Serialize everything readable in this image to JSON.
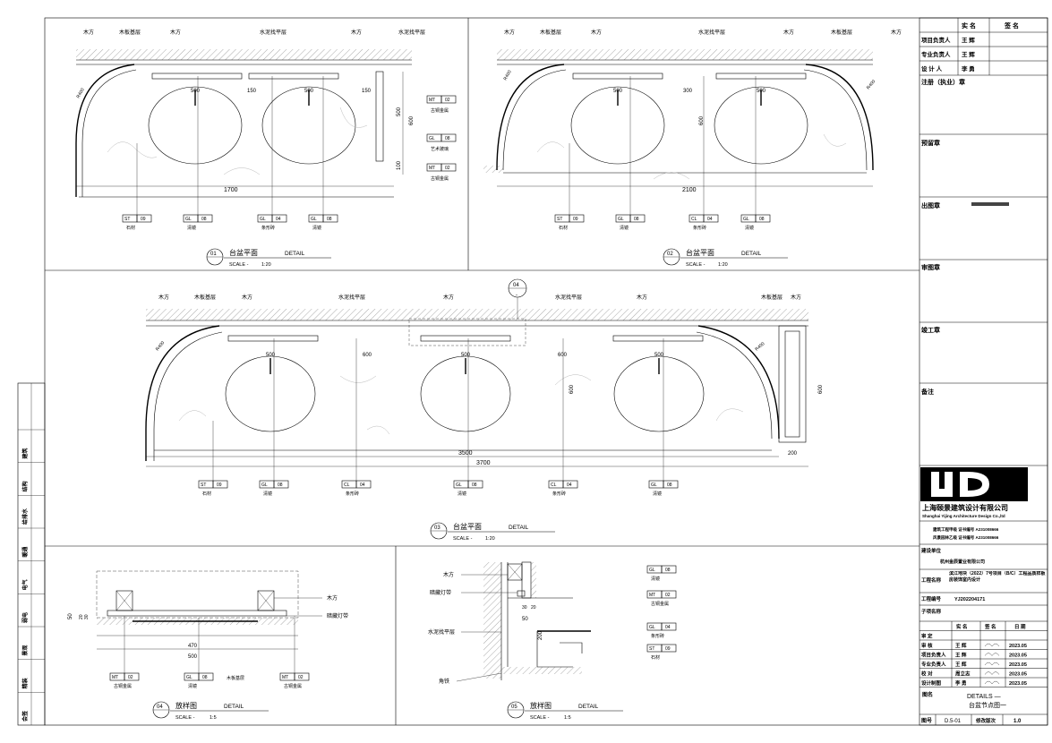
{
  "labels": {
    "wood": "木方",
    "board_base": "木板基层",
    "leveling": "水泥找平层",
    "stone": "石材",
    "mirror": "清镜",
    "strip_light": "条形砖",
    "brass": "古铜金属",
    "art_glass": "艺术玻璃",
    "hidden_light": "暗藏灯带",
    "angle_steel": "角铁"
  },
  "codes": {
    "st": [
      "ST",
      "09"
    ],
    "gl": [
      "GL",
      "08"
    ],
    "gl04": [
      "GL",
      "04"
    ],
    "cl": [
      "CL",
      "04"
    ],
    "mt": [
      "MT",
      "02"
    ]
  },
  "dims": {
    "d01_total": "1700",
    "d02_total": "2100",
    "d03_total": "3500",
    "d03_outer": "3700",
    "d03_side": "200",
    "d500": "500",
    "d600": "600",
    "d150": "150",
    "d300": "300",
    "d100": "100",
    "d470": "470",
    "d50": "50",
    "d30": "30",
    "d20": "20",
    "d200": "200",
    "r": "R400"
  },
  "details": [
    {
      "num": "01",
      "title": "台盆平面",
      "en": "DETAIL",
      "scale_label": "SCALE -",
      "scale": "1:20"
    },
    {
      "num": "02",
      "title": "台盆平面",
      "en": "DETAIL",
      "scale_label": "SCALE -",
      "scale": "1:20"
    },
    {
      "num": "03",
      "title": "台盆平面",
      "en": "DETAIL",
      "scale_label": "SCALE -",
      "scale": "1:20"
    },
    {
      "num": "04",
      "title": "放样图",
      "en": "DETAIL",
      "scale_label": "SCALE -",
      "scale": "1:5"
    },
    {
      "num": "05",
      "title": "放样图",
      "en": "DETAIL",
      "scale_label": "SCALE -",
      "scale": "1:5"
    }
  ],
  "callout_04": {
    "num": "04",
    "sub": "-"
  },
  "title_block": {
    "head": [
      "实 名",
      "签 名"
    ],
    "roles": [
      {
        "role": "项目负责人",
        "name": "王 辉"
      },
      {
        "role": "专业负责人",
        "name": "王 辉"
      },
      {
        "role": "设 计 人",
        "name": "李 勇"
      }
    ],
    "register": "注册（执业）章",
    "check": "预留章",
    "out": "出图章",
    "review": "审图章",
    "prep": "竣工章",
    "note": "备注",
    "company_cn": "上海颐景建筑设计有限公司",
    "company_en": "Shanghai Yijing Architecture Design Co.,ltd",
    "cert1": "建筑工程甲级 证书编号 A231008666",
    "cert2": "风景园林乙级 证书编号 A231008666",
    "client_label": "建设单位",
    "client": "杭州金辰置业有限公司",
    "project_label": "工程名称",
    "project": "滨江地块（2022）7号项目（B/C）工程品质样板房装饰室内设计",
    "number_label": "工程编号",
    "number": "YJ202204171",
    "sub_label": "子项名称",
    "sign_head": [
      "实 名",
      "签 名",
      "日 期"
    ],
    "sign_rows": [
      {
        "role": "审 定",
        "name": "",
        "date": ""
      },
      {
        "role": "审 核",
        "name": "王 辉",
        "date": "2023.05"
      },
      {
        "role": "项目负责人",
        "name": "王 辉",
        "date": "2023.05"
      },
      {
        "role": "专业负责人",
        "name": "王 辉",
        "date": "2023.05"
      },
      {
        "role": "校 对",
        "name": "周立志",
        "date": "2023.05"
      },
      {
        "role": "设计制图",
        "name": "李 勇",
        "date": "2023.05"
      }
    ],
    "drawing_label": "图名",
    "drawing_en": "DETAILS —",
    "drawing_cn": "台盆节点图一",
    "no_label": "图号",
    "no": "D.5-01",
    "ver_label": "修改版次",
    "ver": "1.0"
  },
  "left_strip": [
    "建筑",
    "结构",
    "给排水",
    "暖通",
    "电气",
    "弱电",
    "景观",
    "精装",
    "会签"
  ]
}
